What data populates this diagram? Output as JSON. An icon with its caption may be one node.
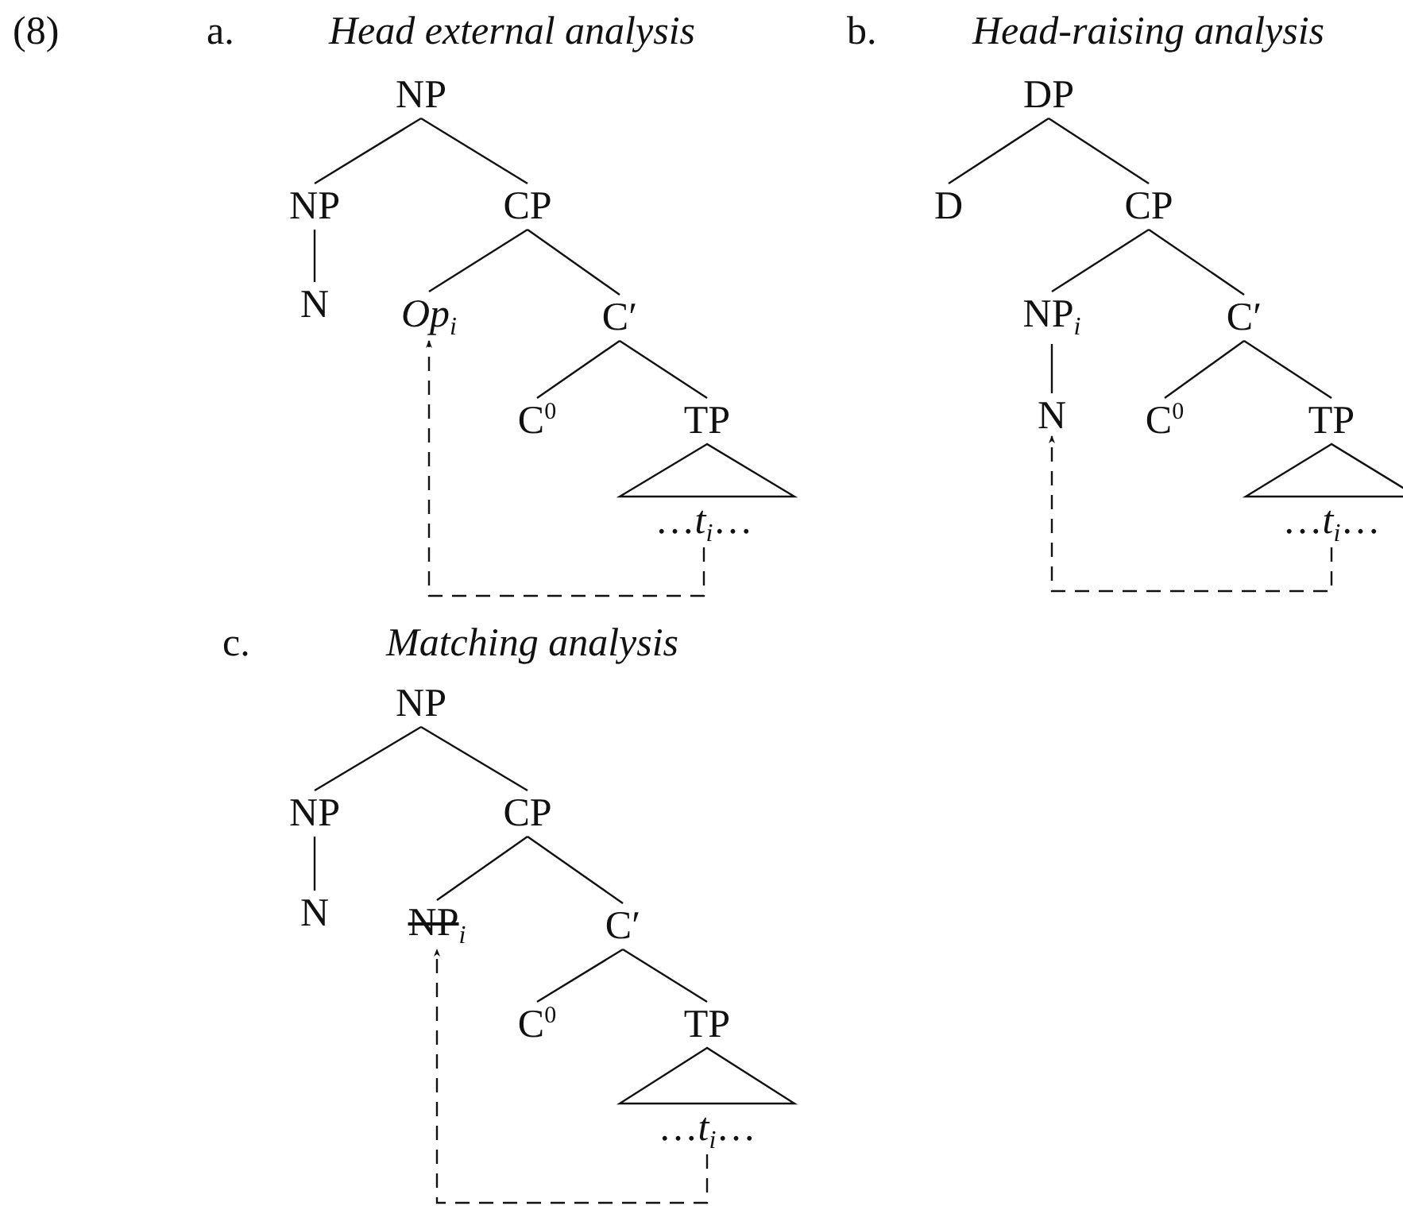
{
  "diagram": {
    "nodes": [
      {
        "text": [
          "NP"
        ]
      },
      {
        "text": [
          "NP"
        ]
      },
      {
        "text": [
          "CP"
        ]
      },
      {
        "text": [
          "N"
        ]
      },
      {
        "text": [
          "Op$_{i}$"
        ]
      },
      {
        "text": [
          "C′"
        ]
      },
      {
        "text": [
          "C$^{0}$"
        ]
      },
      {
        "text": [
          "TP"
        ]
      },
      {
        "text": [
          "…*t*$_{i}$…"
        ]
      },
      {
        "text": [
          "DP"
        ]
      },
      {
        "text": [
          "D"
        ]
      },
      {
        "text": [
          "CP"
        ]
      },
      {
        "text": [
          "NP$_{i}$"
        ]
      },
      {
        "text": [
          "C′"
        ]
      },
      {
        "text": [
          "N"
        ]
      },
      {
        "text": [
          "C$^{0}$"
        ]
      },
      {
        "text": [
          "TP"
        ]
      },
      {
        "text": [
          "…*t*$_{i}$…"
        ]
      },
      {
        "text": [
          "NP"
        ]
      },
      {
        "text": [
          "NP"
        ]
      },
      {
        "text": [
          "CP"
        ]
      },
      {
        "text": [
          "N"
        ]
      },
      {
        "text": [
          "NP$_{i}$"
        ]
      },
      {
        "text": [
          "C′"
        ]
      },
      {
        "text": [
          "C$^{0}$"
        ]
      },
      {
        "text": [
          "TP"
        ]
      },
      {
        "text": [
          "…*t*$_{i}$…"
        ]
      }
    ],
    "edges": [
      {
        "from": 0,
        "to": 1,
        "arrow": "none"
      },
      {
        "from": 0,
        "to": 2,
        "arrow": "none"
      },
      {
        "from": 1,
        "to": 3,
        "arrow": "none"
      },
      {
        "from": 2,
        "to": 4,
        "arrow": "none"
      },
      {
        "from": 2,
        "to": 5,
        "arrow": "none"
      },
      {
        "from": 5,
        "to": 6,
        "arrow": "none"
      },
      {
        "from": 5,
        "to": 7,
        "arrow": "none"
      },
      {
        "from": 7,
        "to": 8,
        "arrow": "none"
      },
      {
        "from": 8,
        "to": 4,
        "arrow": "to",
        "style": "dashed"
      },
      {
        "from": 9,
        "to": 10,
        "arrow": "none"
      },
      {
        "from": 9,
        "to": 11,
        "arrow": "none"
      },
      {
        "from": 11,
        "to": 12,
        "arrow": "none"
      },
      {
        "from": 11,
        "to": 13,
        "arrow": "none"
      },
      {
        "from": 12,
        "to": 14,
        "arrow": "none"
      },
      {
        "from": 13,
        "to": 15,
        "arrow": "none"
      },
      {
        "from": 13,
        "to": 16,
        "arrow": "none"
      },
      {
        "from": 16,
        "to": 17,
        "arrow": "none"
      },
      {
        "from": 17,
        "to": 14,
        "arrow": "to",
        "style": "dashed"
      },
      {
        "from": 18,
        "to": 19,
        "arrow": "none"
      },
      {
        "from": 18,
        "to": 20,
        "arrow": "none"
      },
      {
        "from": 19,
        "to": 21,
        "arrow": "none"
      },
      {
        "from": 20,
        "to": 22,
        "arrow": "none"
      },
      {
        "from": 20,
        "to": 23,
        "arrow": "none"
      },
      {
        "from": 23,
        "to": 24,
        "arrow": "none"
      },
      {
        "from": 23,
        "to": 25,
        "arrow": "none"
      },
      {
        "from": 25,
        "to": 26,
        "arrow": "none"
      },
      {
        "from": 26,
        "to": 22,
        "arrow": "to",
        "style": "dashed"
      }
    ],
    "labels": [
      "(8)",
      "a.",
      "Head external analysis",
      "b.",
      "Head-raising analysis",
      "c.",
      "Matching analysis"
    ]
  }
}
